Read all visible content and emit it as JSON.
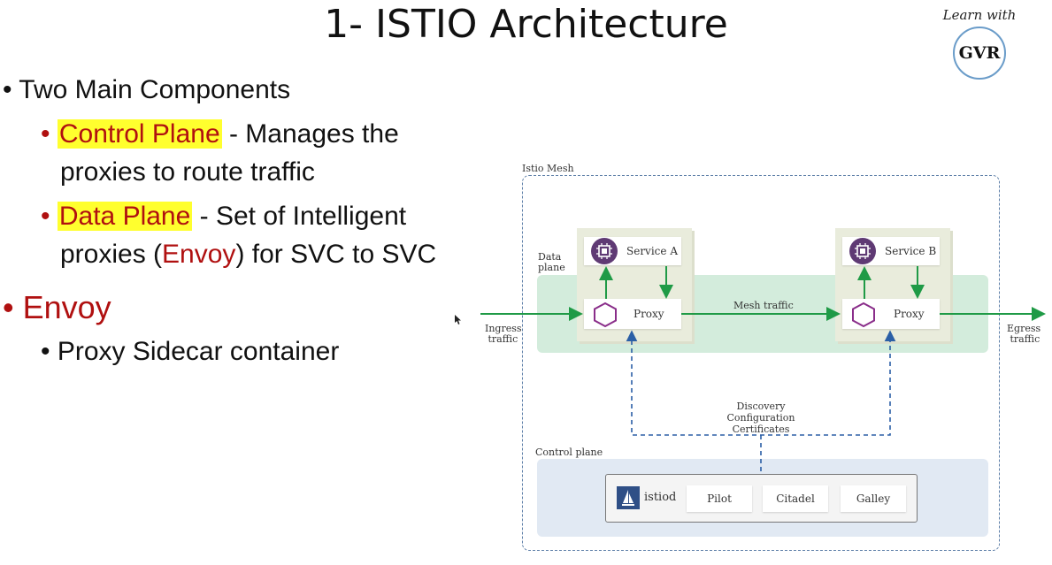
{
  "slide": {
    "title": "1- ISTIO Architecture",
    "logo": {
      "line1": "Learn with",
      "line2": "GVR"
    }
  },
  "bullets": {
    "b1": "Two Main Components",
    "cp_term": "Control Plane",
    "cp_text_a": " - Manages the",
    "cp_text_b": "proxies to route traffic",
    "dp_term": "Data Plane",
    "dp_text_a": " -  Set of Intelligent",
    "dp_text_b1": "proxies (",
    "dp_envoy": "Envoy",
    "dp_text_b2": ") for SVC to SVC",
    "b2": "Envoy",
    "b2_sub": "Proxy Sidecar container"
  },
  "diagram": {
    "mesh_label": "Istio Mesh",
    "data_plane_label_1": "Data",
    "data_plane_label_2": "plane",
    "service_a": "Service A",
    "service_b": "Service B",
    "proxy": "Proxy",
    "mesh_traffic": "Mesh traffic",
    "ingress_1": "Ingress",
    "ingress_2": "traffic",
    "egress_1": "Egress",
    "egress_2": "traffic",
    "discovery": "Discovery",
    "configuration": "Configuration",
    "certificates": "Certificates",
    "control_plane_label": "Control plane",
    "istiod": "istiod",
    "pilot": "Pilot",
    "citadel": "Citadel",
    "galley": "Galley",
    "colors": {
      "data_plane_band": "#d3ecdc",
      "control_plane_band": "#e1e9f3",
      "traffic_arrow": "#1f9a46",
      "control_arrow": "#2b5fa6",
      "highlight": "#ffff2e",
      "accent_red": "#b01010"
    }
  }
}
